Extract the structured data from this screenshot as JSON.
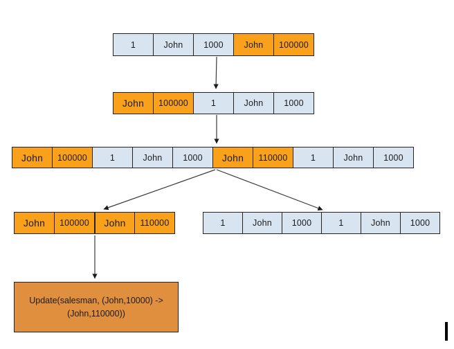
{
  "colors": {
    "page_bg": "#ffffff",
    "cell_blue": "#D9E4F1",
    "cell_orange": "#F9A11B",
    "update_box": "#E08F3F",
    "border": "#222222",
    "arrow": "#333333",
    "caret": "#000000"
  },
  "rows": [
    {
      "label": "initial-tuple-row",
      "cells": [
        {
          "text": "1",
          "fill": "blue"
        },
        {
          "text": "John",
          "fill": "blue"
        },
        {
          "text": "1000",
          "fill": "blue"
        },
        {
          "text": "John",
          "fill": "orange"
        },
        {
          "text": "100000",
          "fill": "orange"
        }
      ]
    },
    {
      "label": "reordered-tuple-row",
      "cells": [
        {
          "text": "John",
          "fill": "orange",
          "em": true
        },
        {
          "text": "100000",
          "fill": "orange"
        },
        {
          "text": "1",
          "fill": "blue"
        },
        {
          "text": "John",
          "fill": "blue"
        },
        {
          "text": "1000",
          "fill": "blue"
        }
      ]
    },
    {
      "label": "merged-tuple-row",
      "cells": [
        {
          "text": "John",
          "fill": "orange",
          "em": true
        },
        {
          "text": "100000",
          "fill": "orange"
        },
        {
          "text": "1",
          "fill": "blue"
        },
        {
          "text": "John",
          "fill": "blue"
        },
        {
          "text": "1000",
          "fill": "blue"
        },
        {
          "text": "John",
          "fill": "orange",
          "em": true
        },
        {
          "text": "110000",
          "fill": "orange"
        },
        {
          "text": "1",
          "fill": "blue"
        },
        {
          "text": "John",
          "fill": "blue"
        },
        {
          "text": "1000",
          "fill": "blue"
        }
      ]
    },
    {
      "label": "orange-split-row",
      "cells": [
        {
          "text": "John",
          "fill": "orange",
          "em": true
        },
        {
          "text": "100000",
          "fill": "orange"
        },
        {
          "text": "John",
          "fill": "orange",
          "em": true,
          "thick_left": true
        },
        {
          "text": "110000",
          "fill": "orange"
        }
      ]
    },
    {
      "label": "blue-split-row",
      "cells": [
        {
          "text": "1",
          "fill": "blue"
        },
        {
          "text": "John",
          "fill": "blue"
        },
        {
          "text": "1000",
          "fill": "blue"
        },
        {
          "text": "1",
          "fill": "blue"
        },
        {
          "text": "John",
          "fill": "blue"
        },
        {
          "text": "1000",
          "fill": "blue"
        }
      ]
    }
  ],
  "update_box": {
    "line1": "Update(salesman, (John,10000) ->",
    "line2": "(John,110000))"
  }
}
